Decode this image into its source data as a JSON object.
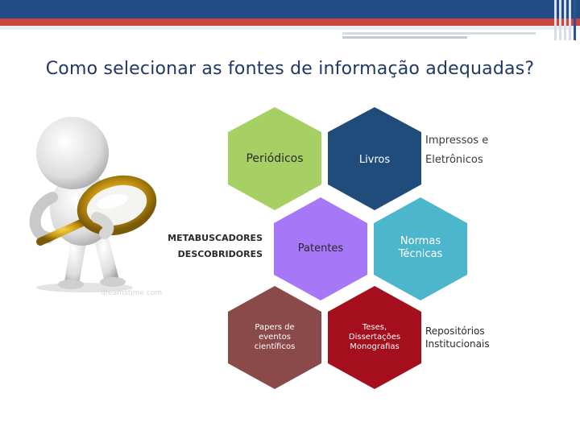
{
  "title": "Como selecionar as fontes de informação adequadas?",
  "hexagons": {
    "periodicos": {
      "label": "Periódicos",
      "color": "#a6d063"
    },
    "livros": {
      "label": "Livros",
      "color": "#1f4c7b"
    },
    "patentes": {
      "label": "Patentes",
      "color": "#a678f7"
    },
    "normas": {
      "label": "Normas Técnicas",
      "color": "#4cb6cd"
    },
    "papers": {
      "label": "Papers de eventos científicos",
      "color": "#8b4a4a"
    },
    "teses": {
      "label": "Teses, Dissertações Monografias",
      "color": "#a50e1c"
    }
  },
  "side_labels": {
    "impressos_line1": "Impressos e",
    "impressos_line2": "Eletrônicos",
    "meta_line1": "METABUSCADORES",
    "meta_line2": "DESCOBRIDORES",
    "repo_line1": "Repositórios",
    "repo_line2": "Institucionais"
  },
  "watermark": "dreamstime.com"
}
